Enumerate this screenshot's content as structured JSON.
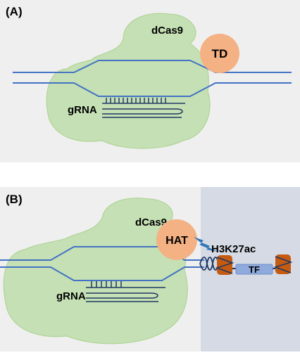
{
  "panel_a": {
    "label": "(A)",
    "protein_label": "dCas9",
    "effector_label": "TD",
    "guide_label": "gRNA"
  },
  "panel_b": {
    "label": "(B)",
    "protein_label": "dCas9",
    "effector_label": "HAT",
    "guide_label": "gRNA",
    "mark_label": "H3K27ac",
    "factor_label": "TF"
  },
  "colors": {
    "panel_background": "#efefef",
    "chromatin_background": "#d5dae5",
    "dcas9_fill": "#c5e0b4",
    "dcas9_stroke": "#a9d18e",
    "effector_fill": "#f4b183",
    "dna_strand": "#4472c4",
    "nucleosome": "#c55a11",
    "tf_fill": "#8faadc"
  }
}
